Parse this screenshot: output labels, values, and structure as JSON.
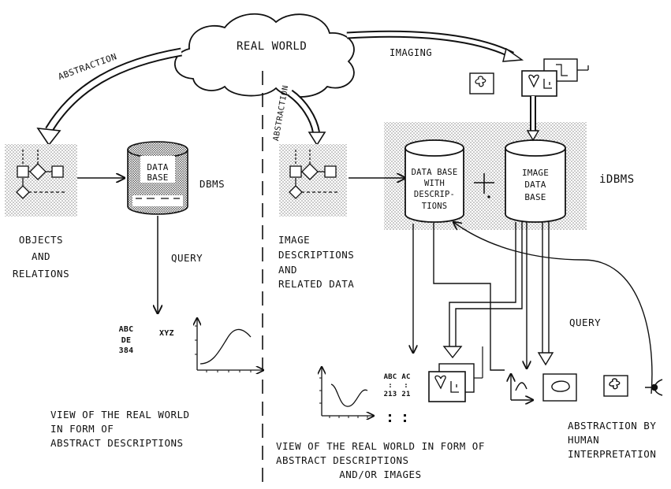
{
  "labels": {
    "real_world": "REAL WORLD",
    "abstraction_left": "ABSTRACTION",
    "abstraction_mid": "ABSTRACTION",
    "imaging": "IMAGING",
    "dbms": "DBMS",
    "idbms": "iDBMS",
    "query_left": "QUERY",
    "query_right": "QUERY",
    "objects_relations": "OBJECTS\nAND\nRELATIONS",
    "image_descriptions": "IMAGE\nDESCRIPTIONS\nAND\nRELATED DATA",
    "data_base": "DATA\nBASE",
    "data_base_desc": "DATA BASE\nWITH\nDESCRIP-\nTIONS",
    "image_data_base": "IMAGE\nDATA\nBASE",
    "abc_block": "ABC\nDE\n384",
    "xyz": "XYZ",
    "abc_col": "ABC\n:\n213",
    "ac_col": "AC\n:\n21",
    "view_left": "VIEW OF THE REAL WORLD\nIN FORM OF\nABSTRACT DESCRIPTIONS",
    "view_right": "VIEW OF THE REAL WORLD IN FORM OF\nABSTRACT DESCRIPTIONS\n          AND/OR IMAGES",
    "abstraction_human": "ABSTRACTION BY\nHUMAN\nINTERPRETATION"
  }
}
